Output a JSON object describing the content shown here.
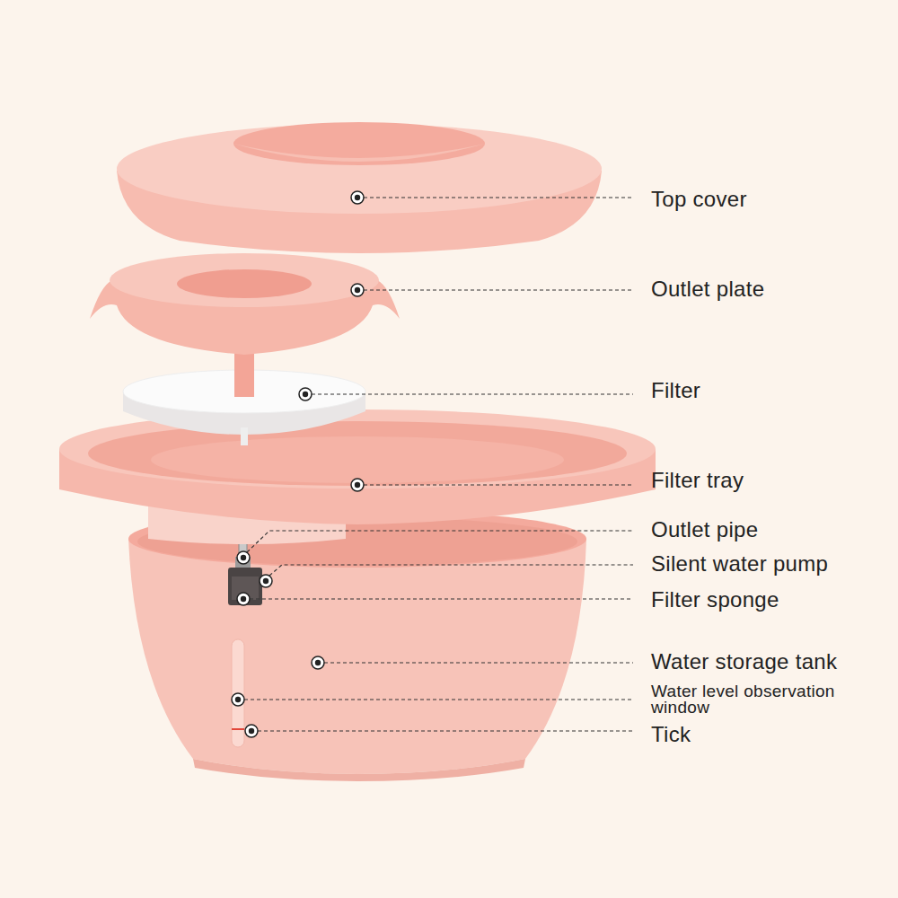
{
  "diagram": {
    "labels": [
      "Top cover",
      "Outlet plate",
      "Filter",
      "Filter tray",
      "Outlet pipe",
      "Silent water pump",
      "Filter sponge",
      "Water storage tank",
      "Water level observation window",
      "Tick"
    ]
  }
}
